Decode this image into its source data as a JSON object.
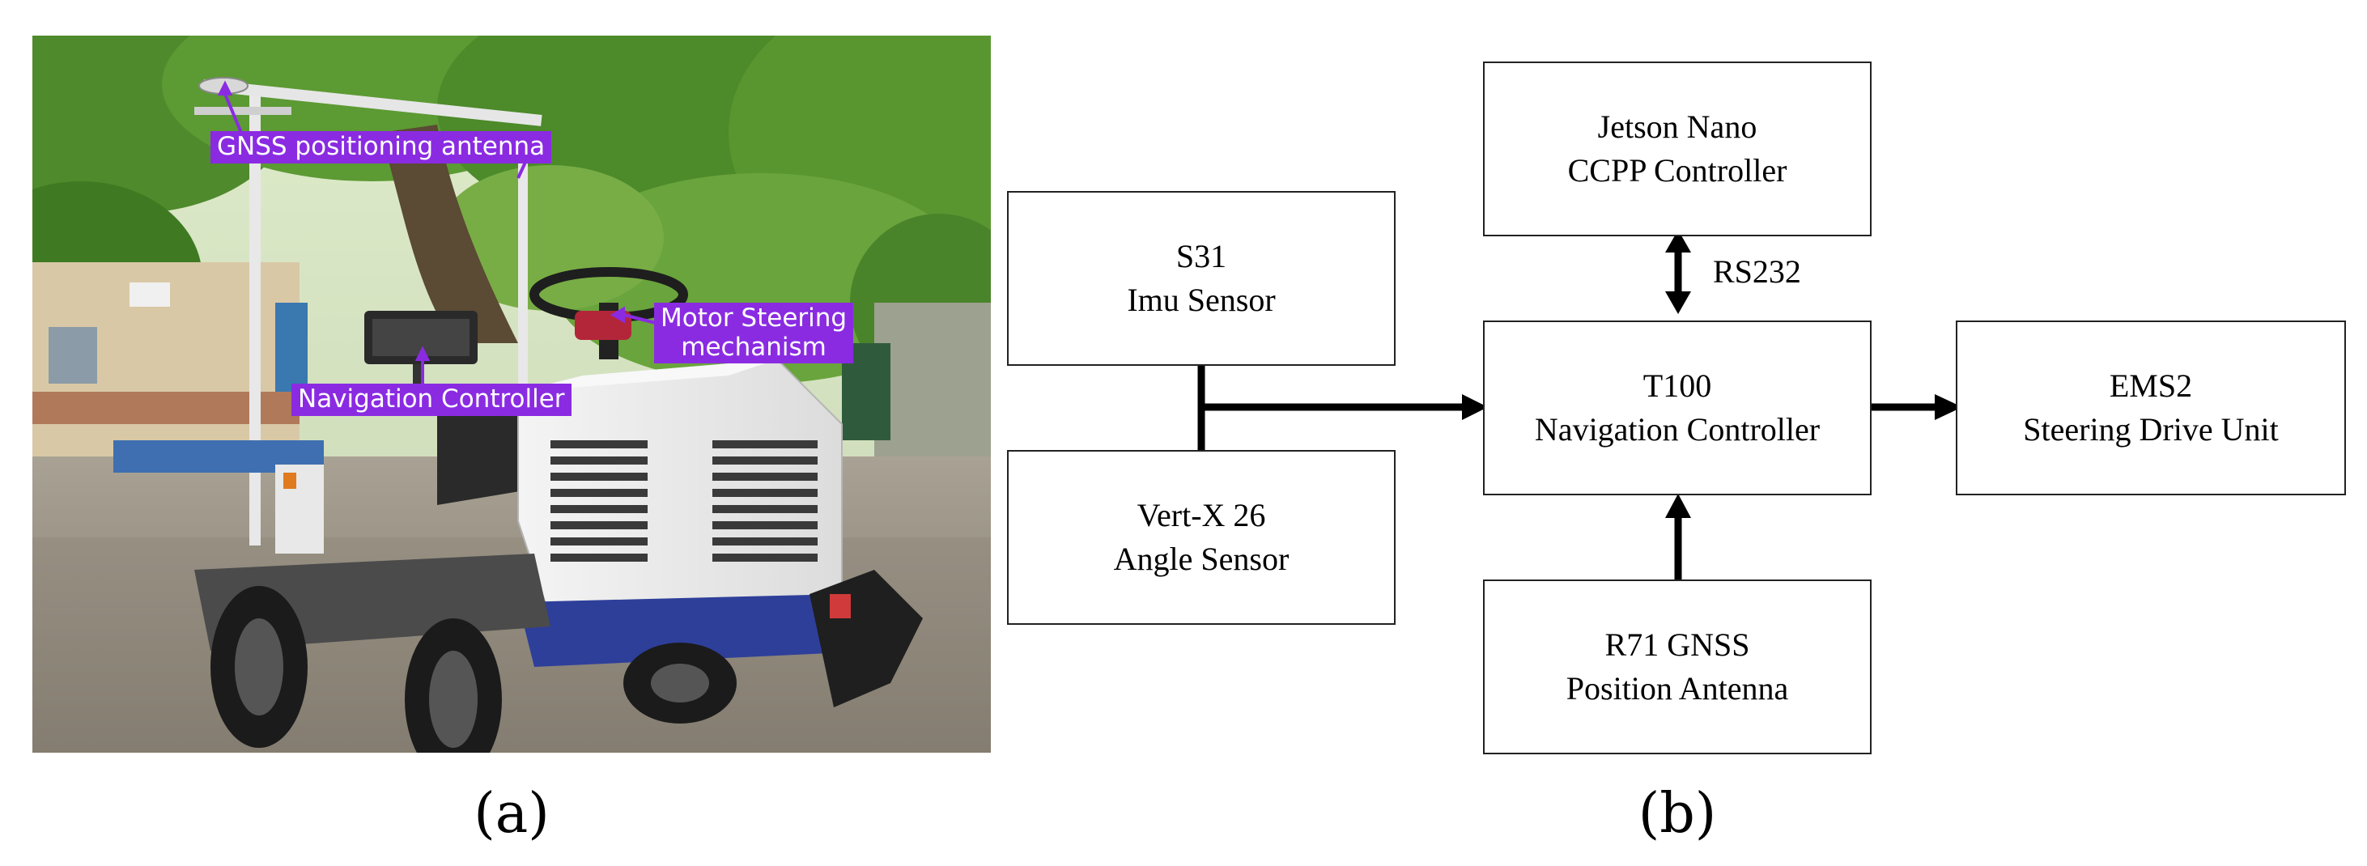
{
  "panel_a": {
    "sub_label": "(a)",
    "labels": {
      "gnss": "GNSS positioning antenna",
      "motor_line1": "Motor Steering",
      "motor_line2": "mechanism",
      "nav": "Navigation Controller"
    },
    "colors": {
      "label_bg": "#8a2be2",
      "arrow": "#8a2be2"
    }
  },
  "panel_b": {
    "sub_label": "(b)",
    "blocks": {
      "s31": {
        "line1": "S31",
        "line2": "Imu Sensor"
      },
      "vertx": {
        "line1": "Vert-X 26",
        "line2": "Angle Sensor"
      },
      "jetson": {
        "line1": "Jetson Nano",
        "line2": "CCPP Controller"
      },
      "t100": {
        "line1": "T100",
        "line2": "Navigation Controller"
      },
      "r71": {
        "line1": "R71 GNSS",
        "line2": "Position Antenna"
      },
      "ems2": {
        "line1": "EMS2",
        "line2": "Steering Drive Unit"
      }
    },
    "edge_labels": {
      "rs232": "RS232"
    }
  }
}
